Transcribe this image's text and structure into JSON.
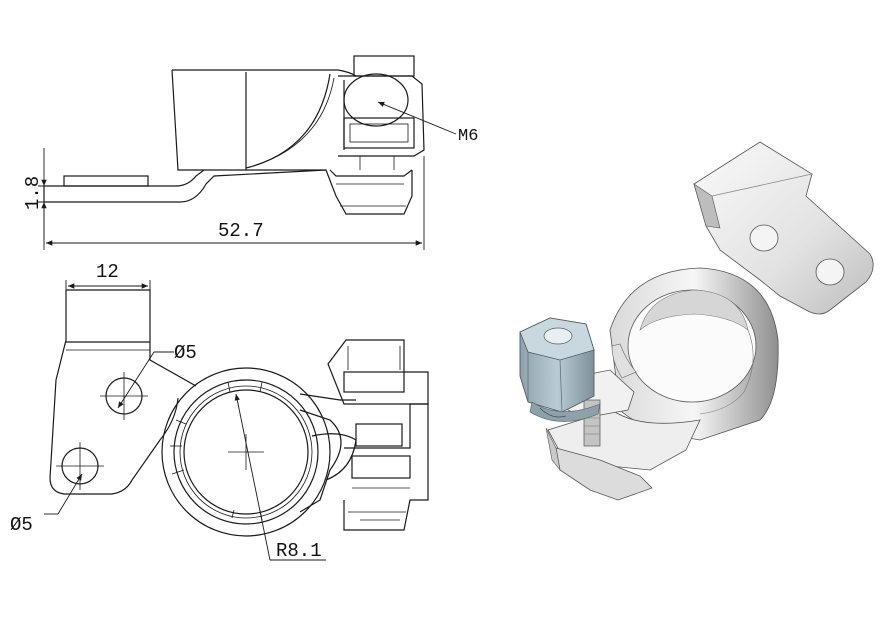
{
  "dimensions": {
    "thickness": "1.8",
    "length": "52.7",
    "width": "12",
    "hole_top": "Ø5",
    "hole_bottom": "Ø5",
    "radius": "R8.1",
    "thread": "M6"
  },
  "colors": {
    "line": "#1a1a1a",
    "metal_light": "#e9e9e9",
    "metal_mid": "#c8c8c8",
    "metal_dark": "#8c8c8c",
    "nut": "#a9bcc6"
  }
}
